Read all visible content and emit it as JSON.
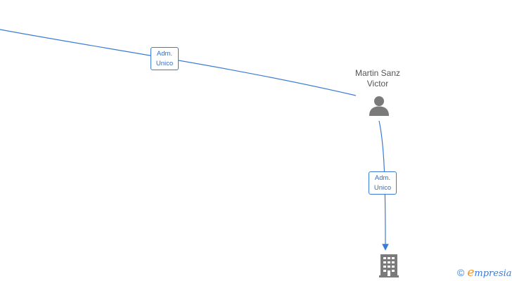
{
  "nodes": {
    "person": {
      "name_line1": "Martin Sanz",
      "name_line2": "Victor",
      "icon": "person-icon"
    },
    "company": {
      "icon": "building-icon"
    }
  },
  "edges": [
    {
      "role_line1": "Adm.",
      "role_line2": "Unico"
    },
    {
      "role_line1": "Adm.",
      "role_line2": "Unico"
    }
  ],
  "brand": {
    "copyright": "©",
    "initial": "e",
    "rest": "mpresia"
  },
  "colors": {
    "edge": "#3a7bd5",
    "icon": "#7a7a7a",
    "brand_accent": "#e8962c"
  }
}
